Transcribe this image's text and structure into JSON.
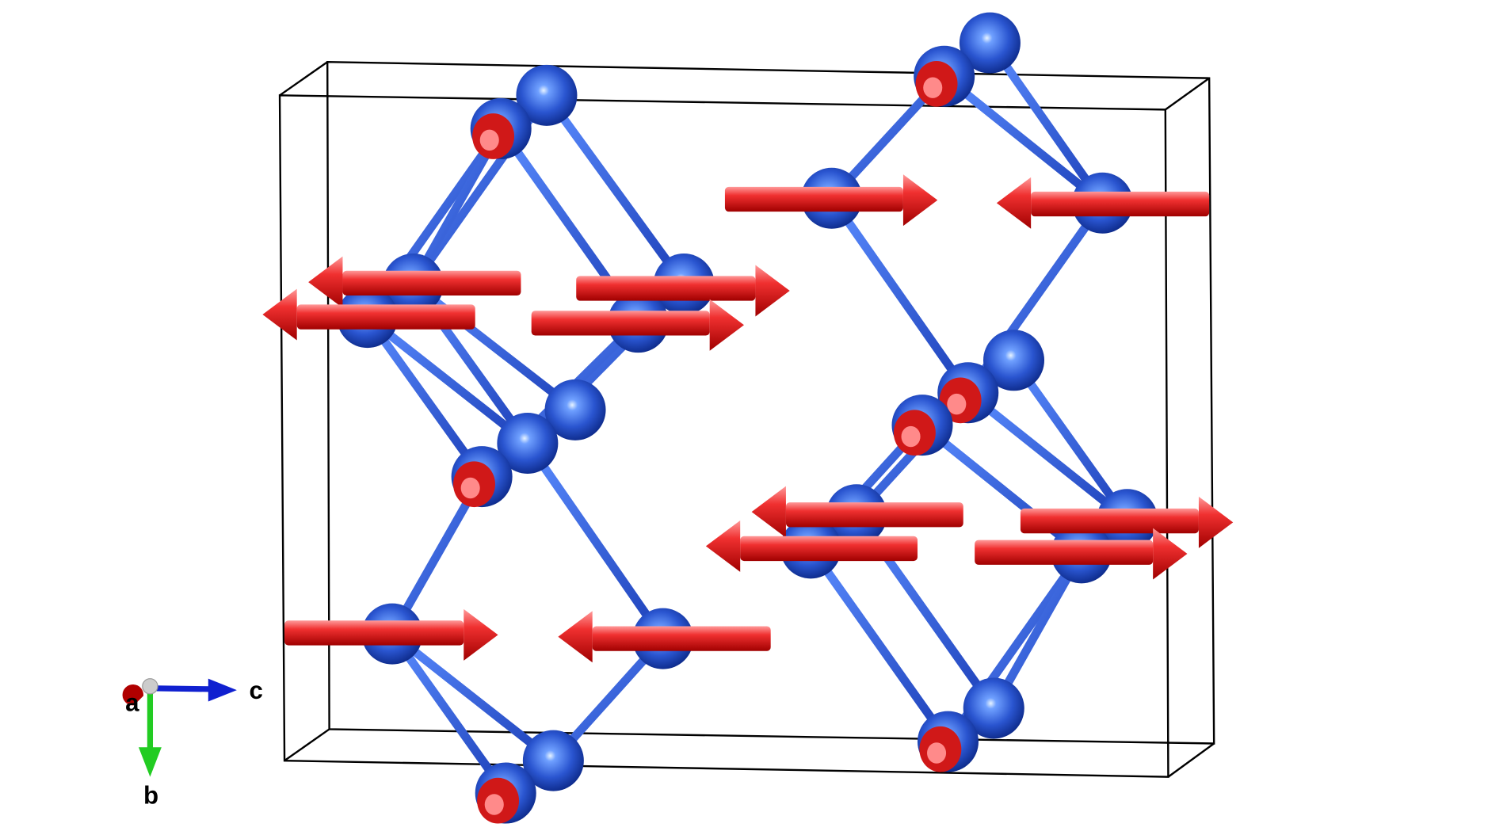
{
  "axes": {
    "a": "a",
    "b": "b",
    "c": "c"
  },
  "colors": {
    "atom": "#2a55d0",
    "spin": "#e02020",
    "bond": "#2f5fe0",
    "cell": "#000000",
    "axis_a": "#b00000",
    "axis_b": "#22cc22",
    "axis_c": "#1020d0"
  }
}
